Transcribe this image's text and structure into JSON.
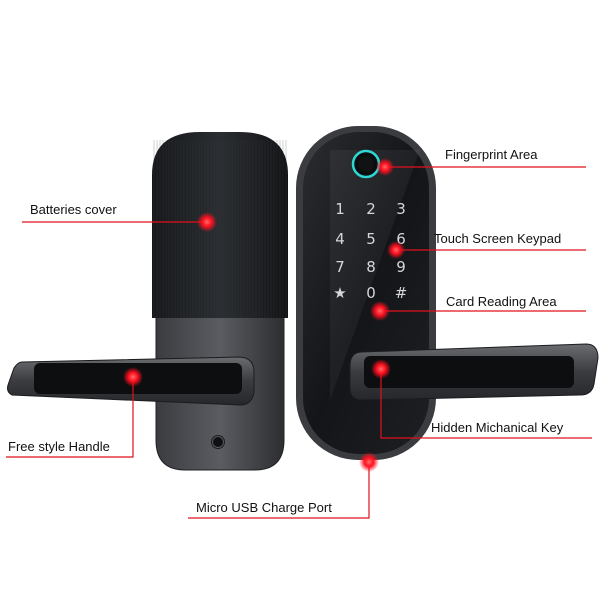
{
  "labels": {
    "batteries_cover": "Batteries cover",
    "fingerprint_area": "Fingerprint Area",
    "touch_screen_keypad": "Touch Screen Keypad",
    "card_reading_area": "Card Reading Area",
    "hidden_key": "Hidden Michanical Key",
    "free_style_handle": "Free style Handle",
    "usb_port": "Micro USB Charge Port"
  },
  "keypad": {
    "keys": [
      "1",
      "2",
      "3",
      "4",
      "5",
      "6",
      "7",
      "8",
      "9",
      "★",
      "0",
      "#"
    ]
  },
  "colors": {
    "callout_red": "#e0101c",
    "lock_body": "#232529",
    "keypad_digits": "#d4d6da",
    "fingerprint_ring": "#2fd7d2"
  }
}
